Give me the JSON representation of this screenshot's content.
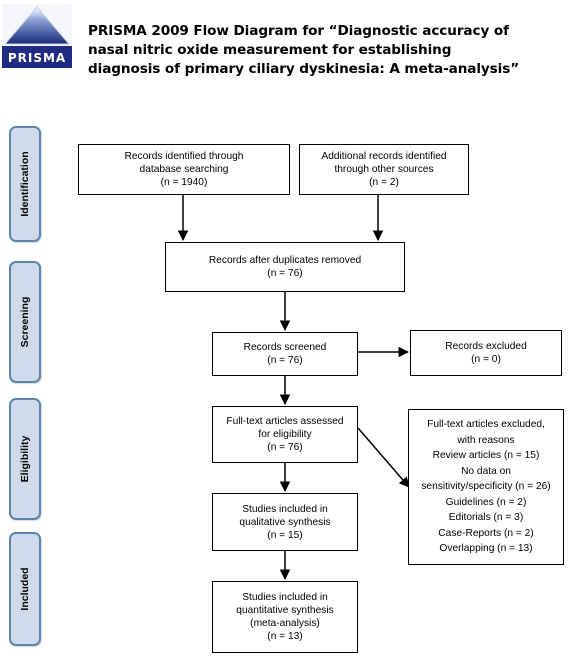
{
  "logo": {
    "text": "PRISMA"
  },
  "title_lines": [
    "PRISMA 2009 Flow Diagram for “Diagnostic accuracy of",
    "nasal nitric oxide measurement for establishing",
    "diagnosis of primary ciliary dyskinesia: A meta-analysis”"
  ],
  "phases": {
    "identification": "Identification",
    "screening": "Screening",
    "eligibility": "Eligibility",
    "included": "Included"
  },
  "boxes": {
    "db_search": [
      "Records identified through",
      "database searching",
      "(n = 1940)"
    ],
    "other_sources": [
      "Additional records identified",
      "through other sources",
      "(n = 2)"
    ],
    "after_duplicates": [
      "Records after duplicates removed",
      "(n = 76)"
    ],
    "screened": [
      "Records screened",
      "(n = 76)"
    ],
    "excluded": [
      "Records excluded",
      "(n = 0)"
    ],
    "fulltext": [
      "Full-text articles assessed",
      "for eligibility",
      "(n = 76)"
    ],
    "fulltext_excluded": [
      "Full-text articles excluded,",
      "with reasons",
      "Review articles (n = 15)",
      "No data on",
      "sensitivity/specificity (n = 26)",
      "Guidelines (n = 2)",
      "Editorials (n = 3)",
      "Case-Reports (n = 2)",
      "Overlapping (n = 13)"
    ],
    "qualitative": [
      "Studies included in",
      "qualitative synthesis",
      "(n = 15)"
    ],
    "quantitative": [
      "Studies included in",
      "quantitative synthesis",
      "(meta-analysis)",
      "(n = 13)"
    ]
  },
  "colors": {
    "phase_fill": "#cfdbea",
    "phase_border": "#5b84b1",
    "box_border": "#000000"
  }
}
